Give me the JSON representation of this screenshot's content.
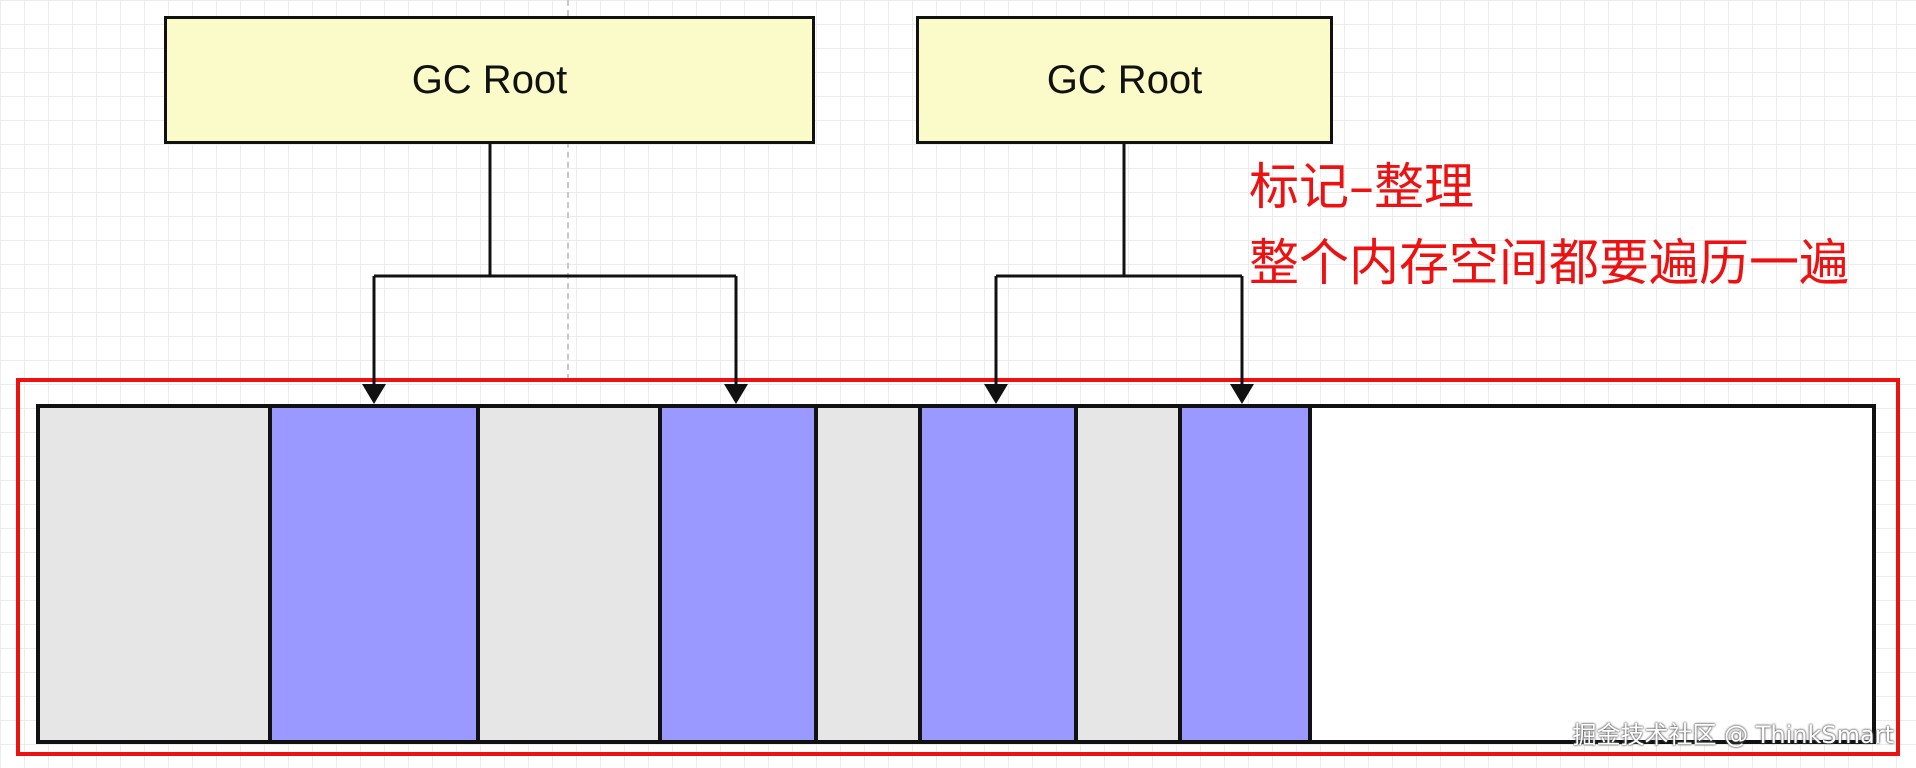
{
  "gc_roots": [
    {
      "label": "GC Root"
    },
    {
      "label": "GC Root"
    }
  ],
  "annotation": {
    "title": "标记–整理",
    "body": "整个内存空间都要遍历一遍"
  },
  "memory": {
    "blocks": [
      {
        "state": "free"
      },
      {
        "state": "live"
      },
      {
        "state": "free"
      },
      {
        "state": "live"
      },
      {
        "state": "free"
      },
      {
        "state": "live"
      },
      {
        "state": "free"
      },
      {
        "state": "live"
      },
      {
        "state": "empty"
      }
    ]
  },
  "watermark": "掘金技术社区 @ ThinkSmart",
  "colors": {
    "gc_root_fill": "#fbfbc9",
    "live_object": "#9999ff",
    "free_object": "#e6e6e6",
    "highlight": "#ee1111",
    "annotation_text": "#ee1111"
  }
}
